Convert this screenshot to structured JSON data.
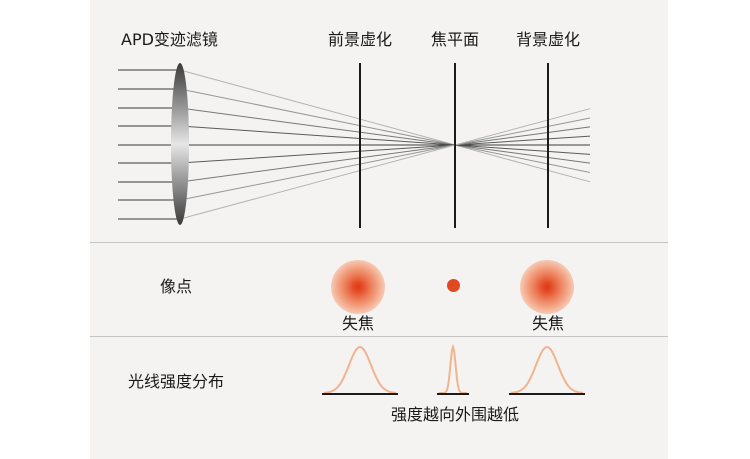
{
  "labels": {
    "filter": "APD变迹滤镜",
    "front_blur": "前景虚化",
    "focal_plane": "焦平面",
    "back_blur": "背景虚化",
    "image_point": "像点",
    "out_of_focus_left": "失焦",
    "out_of_focus_right": "失焦",
    "light_distribution": "光线强度分布",
    "caption": "强度越向外围越低"
  },
  "colors": {
    "panel_background": "#f4f3f2",
    "focus_spot": "#e04a22",
    "intensity_curve": "#f0b48f",
    "ray": "#9a9a9a",
    "plane_line": "#1a1a1a"
  },
  "icons": {
    "lens": "apd-lens-icon"
  }
}
